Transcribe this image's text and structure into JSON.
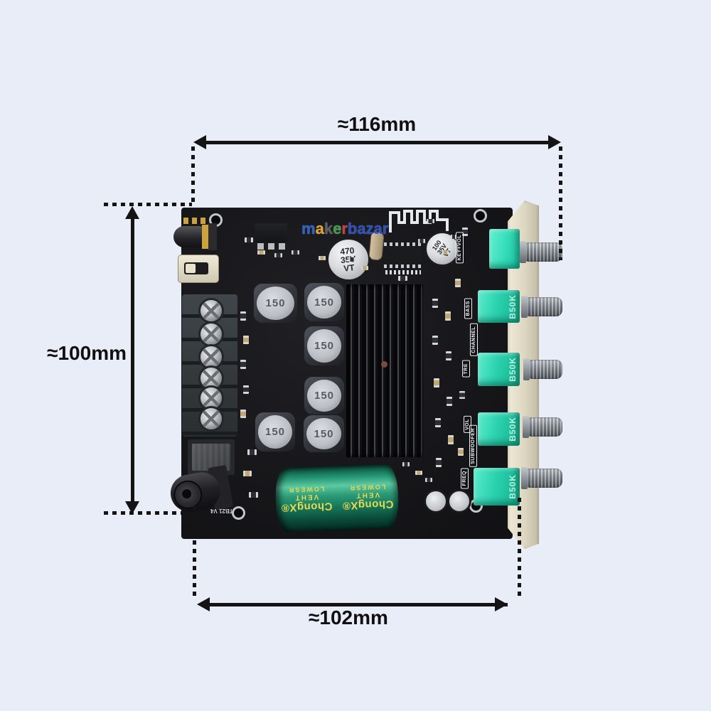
{
  "colors": {
    "background": "#e9edf8",
    "dimension_lines": "#141414",
    "pcb_black": "#141417",
    "potentiometer_teal": "#2ed8b8",
    "side_panel_cream": "#ddd6c0",
    "green_capacitor_body": "#1f8465",
    "green_capacitor_text": "#ead84e",
    "knob_gray": "#9ba1a8"
  },
  "dimensions": {
    "top_width": "≈116mm",
    "left_height": "≈100mm",
    "bottom_width": "≈102mm"
  },
  "board": {
    "watermark": {
      "letters": [
        {
          "ch": "m",
          "style": "color:#2e62c9"
        },
        {
          "ch": "a",
          "style": "color:#e2a42c"
        },
        {
          "ch": "k",
          "style": "color:#5a5f66"
        },
        {
          "ch": "e",
          "style": "color:#3d9e45"
        },
        {
          "ch": "r",
          "style": "color:#cf3a3a"
        }
      ],
      "suffix": "bazar",
      "suffix_style": "color:#2c4fc4"
    },
    "main_capacitor": {
      "line1": "470",
      "line2": "35V",
      "line3": "VT"
    },
    "small_capacitor": {
      "line1": "100",
      "line2": "35V",
      "line3": "VT"
    },
    "inductor_marking": "150",
    "potentiometer_marking": "B50K",
    "silkscreen_labels": {
      "key_vol": "KEY+VOL",
      "bass": "BASS",
      "channel": "CHANNEL",
      "treble": "TRE",
      "volume": "VOL",
      "subwoofer": "SUBWOOFER",
      "frequency": "FREQ"
    },
    "green_capacitor_text": {
      "brand": "ChongX®",
      "line2": "VEHT",
      "line3": "LOWESR"
    },
    "model_silkscreen": "TB21 V4"
  }
}
